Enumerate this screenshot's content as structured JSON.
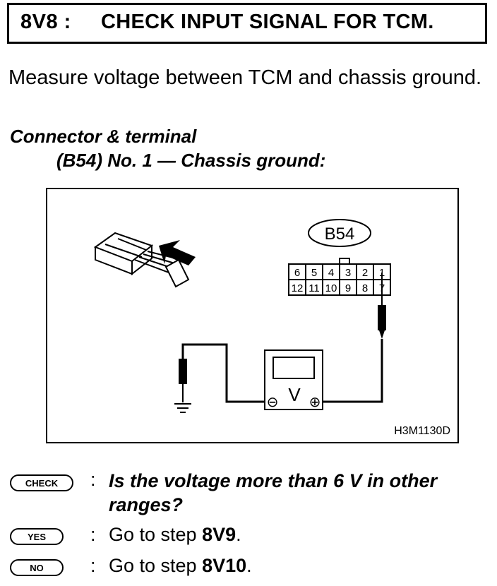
{
  "header": {
    "step_code": "8V8 :",
    "title": "CHECK INPUT SIGNAL FOR TCM."
  },
  "instruction": "Measure voltage between TCM and chassis ground.",
  "connector": {
    "heading": "Connector & terminal",
    "detail": "(B54) No. 1 — Chassis ground:"
  },
  "figure": {
    "connector_label": "B54",
    "terminals_top": [
      "6",
      "5",
      "4",
      "3",
      "2",
      "1"
    ],
    "terminals_bottom": [
      "12",
      "11",
      "10",
      "9",
      "8",
      "7"
    ],
    "meter_symbol": "V",
    "negative_symbol": "⊖",
    "positive_symbol": "⊕",
    "figure_code": "H3M1130D"
  },
  "check": {
    "badge": "CHECK",
    "colon": ":",
    "question": "Is the voltage more than 6 V in other ranges?"
  },
  "yes": {
    "badge": "YES",
    "colon": ":",
    "prefix": "Go to step ",
    "step": "8V9",
    "suffix": "."
  },
  "no": {
    "badge": "NO",
    "colon": ":",
    "prefix": "Go to step ",
    "step": "8V10",
    "suffix": "."
  }
}
